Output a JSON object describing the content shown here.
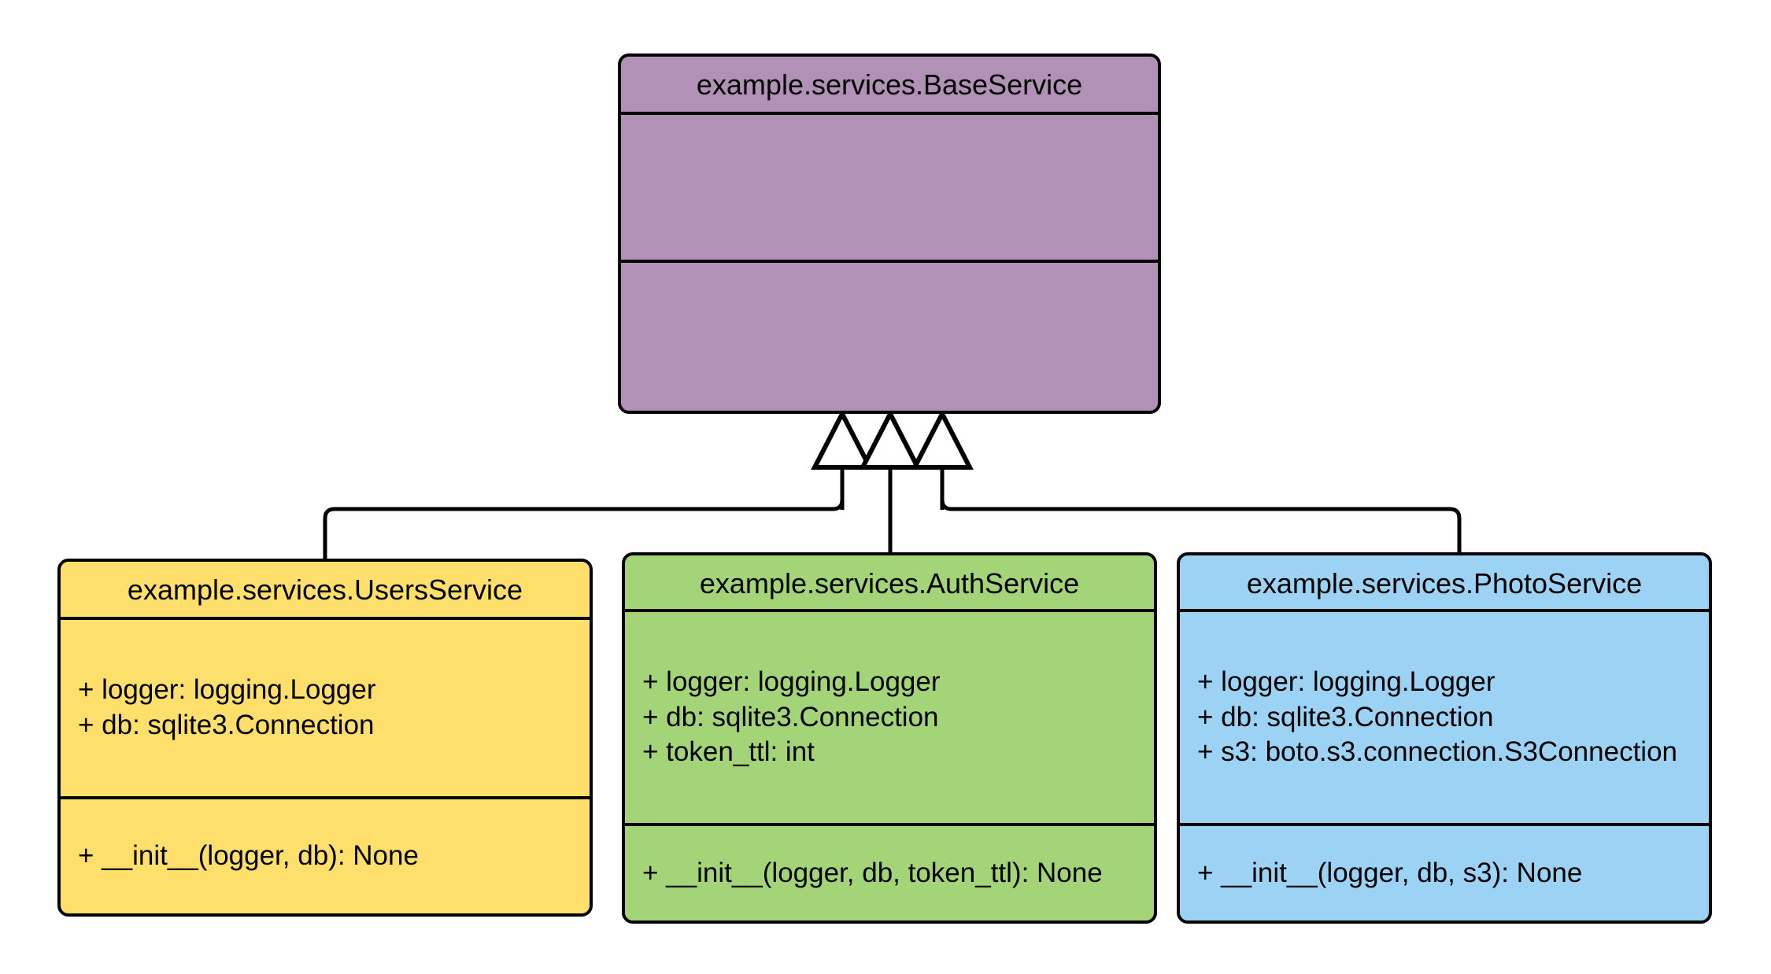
{
  "diagram": {
    "type": "uml-class-diagram",
    "relationship": "generalization",
    "background_color": "#ffffff",
    "line_color": "#000000",
    "classes": [
      {
        "id": "baseservice",
        "name": "example.services.BaseService",
        "fill_color": "#b291b7",
        "attributes": [],
        "methods": []
      },
      {
        "id": "usersservice",
        "name": "example.services.UsersService",
        "fill_color": "#fedf6c",
        "attributes": [
          "+ logger: logging.Logger",
          "+ db: sqlite3.Connection"
        ],
        "methods": [
          "+ __init__(logger, db): None"
        ]
      },
      {
        "id": "authservice",
        "name": "example.services.AuthService",
        "fill_color": "#a3d578",
        "attributes": [
          "+ logger: logging.Logger",
          "+ db: sqlite3.Connection",
          "+ token_ttl: int"
        ],
        "methods": [
          "+ __init__(logger, db, token_ttl): None"
        ]
      },
      {
        "id": "photoservice",
        "name": "example.services.PhotoService",
        "fill_color": "#9cd3f5",
        "attributes": [
          "+ logger: logging.Logger",
          "+ db: sqlite3.Connection",
          "+ s3: boto.s3.connection.S3Connection"
        ],
        "methods": [
          "+ __init__(logger, db, s3): None"
        ]
      }
    ],
    "edges": [
      {
        "from": "usersservice",
        "to": "baseservice",
        "arrow": "hollow-triangle"
      },
      {
        "from": "authservice",
        "to": "baseservice",
        "arrow": "hollow-triangle"
      },
      {
        "from": "photoservice",
        "to": "baseservice",
        "arrow": "hollow-triangle"
      }
    ]
  }
}
